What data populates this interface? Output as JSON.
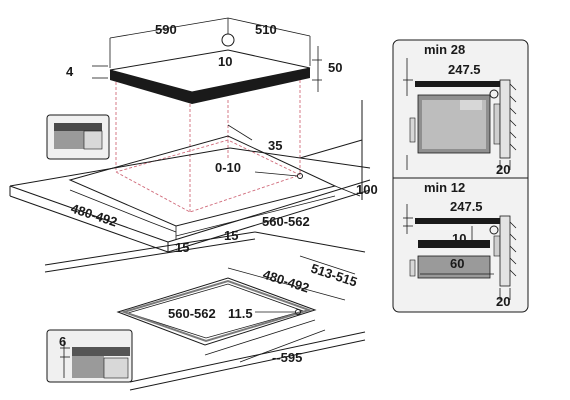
{
  "hob": {
    "width": "590",
    "depth": "510",
    "hole": "10",
    "thickness_front": "4",
    "thickness_side": "50"
  },
  "cutout_top": {
    "corner": "35",
    "tolerance": "0-10",
    "depth": "480-492",
    "width": "560-562",
    "rear": "100",
    "left_gap": "15",
    "front_gap": "15"
  },
  "cutout_bottom": {
    "depth_outer": "513-515",
    "depth": "480-492",
    "width": "560-562",
    "corner": "11.5",
    "front": "--595"
  },
  "inset": {
    "thickness": "6"
  },
  "panel_top": {
    "min": "min 28",
    "dim": "247.5",
    "wall": "20"
  },
  "panel_bottom": {
    "min": "min 12",
    "dim": "247.5",
    "gap": "10",
    "space": "60",
    "wall": "20"
  }
}
